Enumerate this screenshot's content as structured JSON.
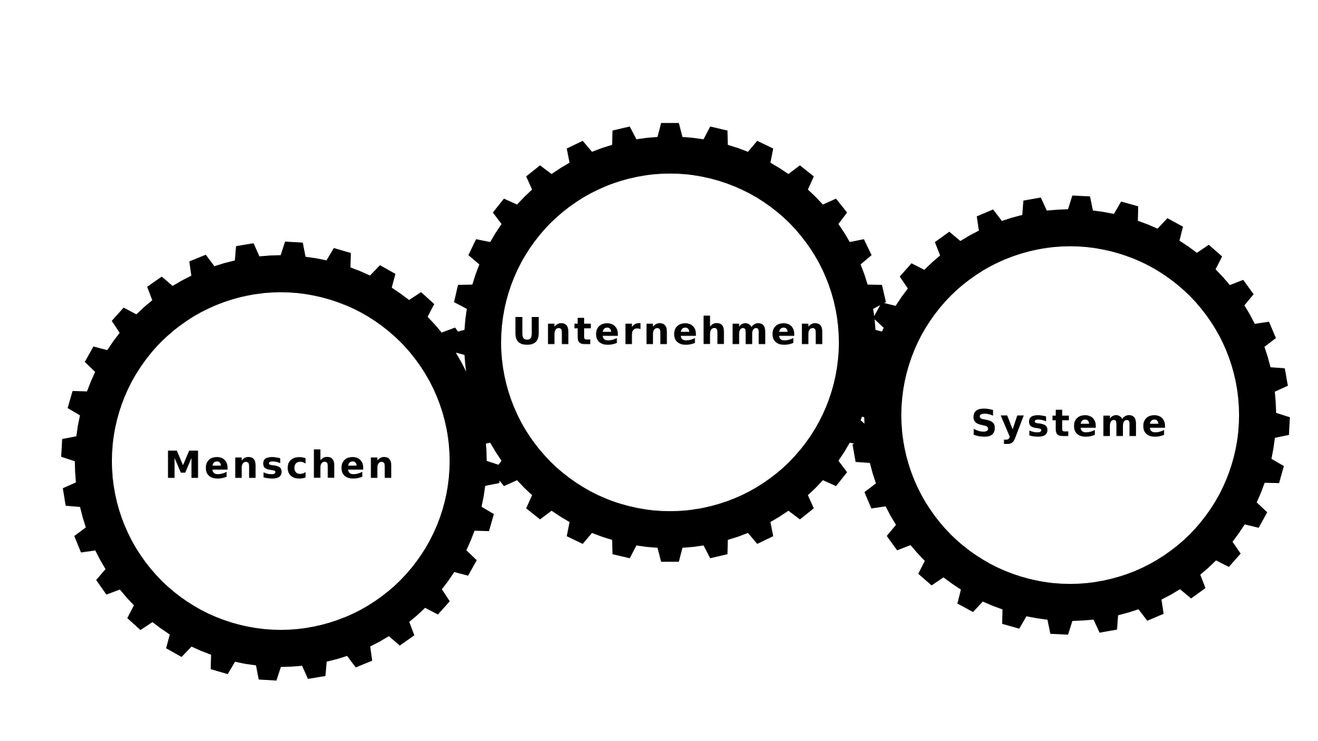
{
  "colors": {
    "background": "#ffffff",
    "gear": "#000000",
    "hub": "#ffffff",
    "text": "#000000"
  },
  "gears": [
    {
      "id": "menschen",
      "label": "Menschen"
    },
    {
      "id": "unternehmen",
      "label": "Unternehmen"
    },
    {
      "id": "systeme",
      "label": "Systeme"
    }
  ]
}
